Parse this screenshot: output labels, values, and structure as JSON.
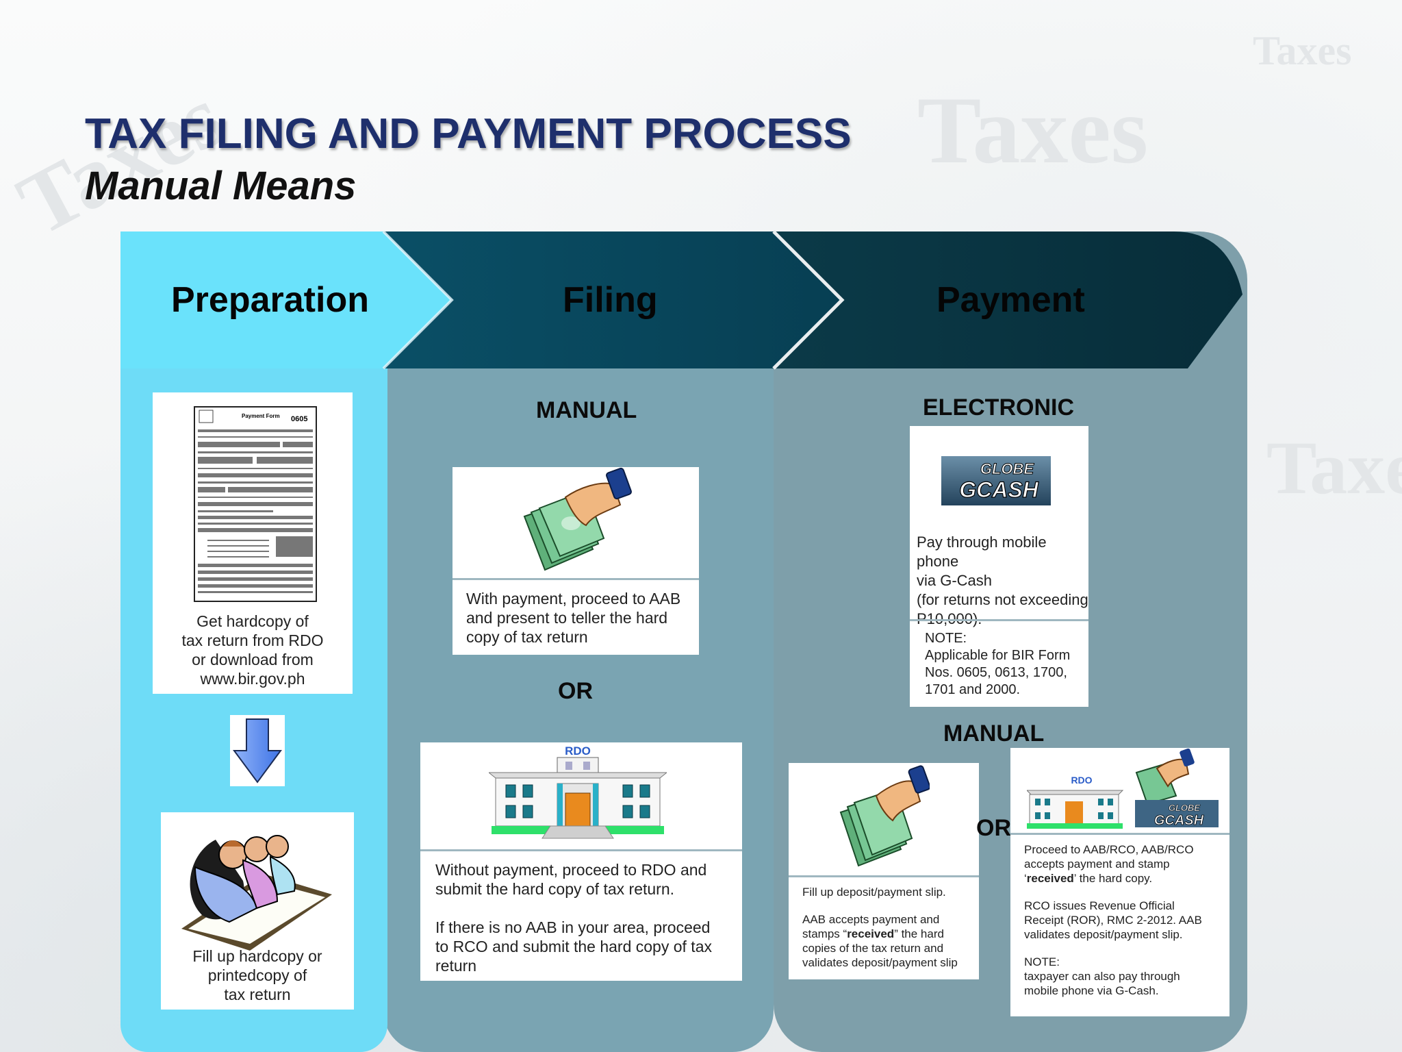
{
  "title": "TAX FILING AND PAYMENT PROCESS",
  "subtitle": "Manual Means",
  "watermark": [
    "Taxes",
    "Taxes",
    "Taxes",
    "Taxes"
  ],
  "colors": {
    "title": "#1e2f6c",
    "preparation": "#6edcf7",
    "filing_header": "#07506a",
    "payment_header": "#0c3a48",
    "filing_body": "#7aa4b2",
    "payment_body": "#7e9faa"
  },
  "columns": {
    "preparation": {
      "header": "Preparation",
      "form": {
        "title": "Payment Form",
        "number": "0605"
      },
      "step1": [
        "Get hardcopy of",
        "tax return from RDO",
        "or download from",
        "www.bir.gov.ph"
      ],
      "arrow_icon": "arrow-down-icon",
      "step2": [
        "Fill up hardcopy or",
        "printedcopy of",
        "tax return"
      ]
    },
    "filing": {
      "header": "Filing",
      "manual_label": "MANUAL",
      "with_payment": [
        "With payment, proceed to AAB",
        "and present to teller the hard",
        "copy of tax return"
      ],
      "or_label": "OR",
      "rdo_sign": "RDO",
      "without_payment_1": [
        "Without payment, proceed to RDO and",
        "submit the hard copy of tax return."
      ],
      "without_payment_2": [
        "If there is no AAB in your area, proceed",
        "to RCO and submit the hard copy of tax",
        "return"
      ]
    },
    "payment": {
      "header": "Payment",
      "electronic_label": "ELECTRONIC",
      "gcash_logo_top": "GLOBE",
      "gcash_logo_bottom": "GCASH",
      "gcash_text": [
        "Pay through mobile phone",
        "via G-Cash",
        "(for returns not exceeding",
        "P10,000)."
      ],
      "note_electronic": [
        "NOTE:",
        "Applicable for BIR Form",
        "Nos. 0605, 0613, 1700,",
        "1701 and 2000."
      ],
      "manual_label": "MANUAL",
      "or_label": "OR",
      "aab_slip": {
        "line1": "Fill up deposit/payment slip.",
        "line2a": "AAB accepts payment and",
        "line2b_pre": "stamps “",
        "line2b_bold": "received",
        "line2b_post": "” the hard",
        "line2c": "copies of the tax return and",
        "line2d": "validates deposit/payment slip"
      },
      "rco_rdo_sign": "RDO",
      "rco": {
        "line1": "Proceed to AAB/RCO, AAB/RCO",
        "line2": "accepts payment and stamp",
        "line3_pre": "‘",
        "line3_bold": "received",
        "line3_post": "’ the hard copy.",
        "line4": "RCO issues Revenue Official",
        "line5": "Receipt (ROR), RMC 2-2012. AAB",
        "line6": "validates deposit/payment slip.",
        "line7": "NOTE:",
        "line8": "taxpayer can also pay through",
        "line9": "mobile phone via G-Cash."
      }
    }
  }
}
